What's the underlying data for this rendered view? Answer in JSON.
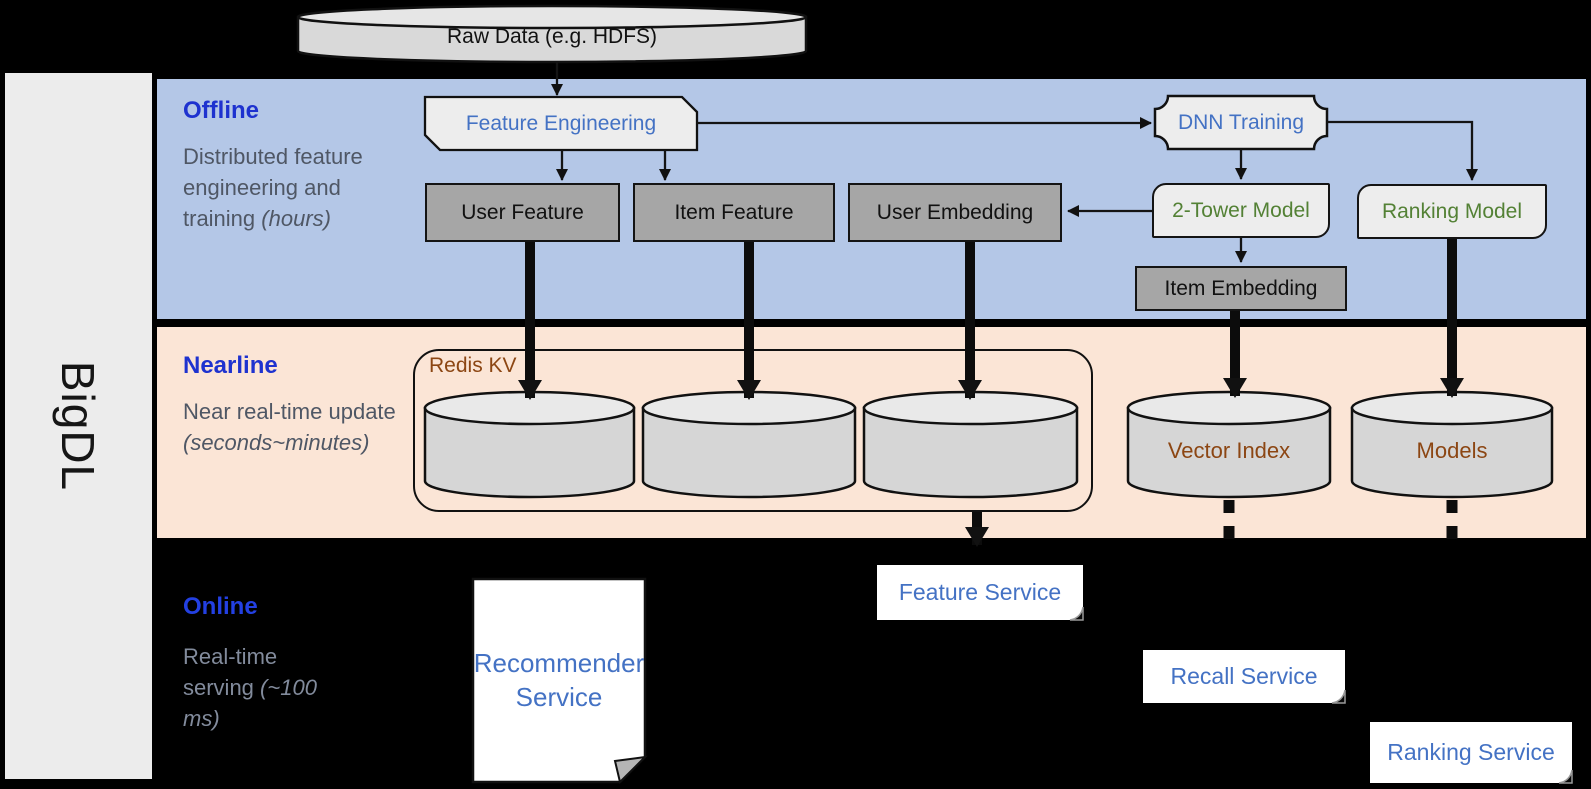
{
  "brand": {
    "name": "BigDL"
  },
  "datastore_top": {
    "label": "Raw Data (e.g. HDFS)"
  },
  "lanes": {
    "offline": {
      "title": "Offline",
      "description": "Distributed feature engineering and training",
      "description_note": "(hours)"
    },
    "nearline": {
      "title": "Nearline",
      "description": "Near real-time update",
      "description_note": "(seconds~minutes)"
    },
    "online": {
      "title": "Online",
      "description": "Real-time serving",
      "description_note": "(~100 ms)"
    }
  },
  "offline_nodes": {
    "feature_engineering": "Feature Engineering",
    "dnn_training": "DNN Training",
    "user_feature": "User Feature",
    "item_feature": "Item Feature",
    "user_embedding": "User Embedding",
    "two_tower_model": "2-Tower Model",
    "ranking_model": "Ranking Model",
    "item_embedding": "Item Embedding"
  },
  "nearline_nodes": {
    "redis_kv": "Redis KV",
    "vector_index": "Vector Index",
    "models": "Models"
  },
  "online_nodes": {
    "recommender_service": "Recommender Service",
    "feature_service": "Feature Service",
    "recall_service": "Recall Service",
    "ranking_service": "Ranking Service"
  },
  "palette": {
    "canvas_bg": "#000000",
    "sidebar_bg": "#ececec",
    "lane_offline_bg": "#b4c7e7",
    "lane_nearline_bg": "#fbe5d6",
    "node_gray_fill": "#a6a6a6",
    "node_light_fill": "#ededed",
    "cylinder_fill": "#d6d6d6",
    "accent_blue_text": "#4472c4",
    "accent_green_text": "#538135",
    "accent_brown_text": "#8c4613",
    "lane_title_blue": "#1e32cf"
  }
}
